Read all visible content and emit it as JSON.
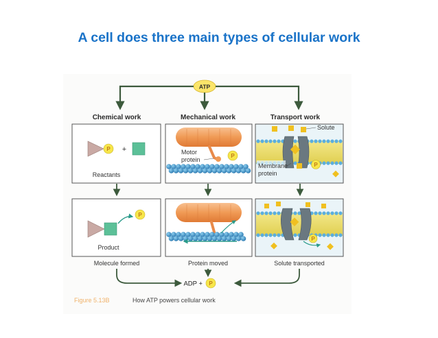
{
  "title": "A cell does three main types of cellular work",
  "atp_label": "ATP",
  "adp_label": "ADP +",
  "phosphate_label": "P",
  "panels": {
    "chemical": {
      "heading": "Chemical work",
      "top_label": "Reactants",
      "bottom_label": "Product",
      "result": "Molecule formed",
      "plus": "+"
    },
    "mechanical": {
      "heading": "Mechanical work",
      "motor_label_line1": "Motor",
      "motor_label_line2": "protein",
      "result": "Protein moved"
    },
    "transport": {
      "heading": "Transport work",
      "solute_label": "Solute",
      "membrane_label_line1": "Membrane",
      "membrane_label_line2": "protein",
      "result": "Solute transported"
    }
  },
  "caption": {
    "figure_number": "Figure 5.13B",
    "text": "How ATP powers cellular work"
  },
  "colors": {
    "title": "#1a73c8",
    "phosphate": "#f7e64a",
    "arrow": "#3c5a3c",
    "membrane": "#e8d85a",
    "motor_filament": "#f0a060",
    "actin": "#3a8fc4",
    "channel_protein": "#6a7880",
    "solute": "#f0c020",
    "product_square": "#5cc098"
  }
}
